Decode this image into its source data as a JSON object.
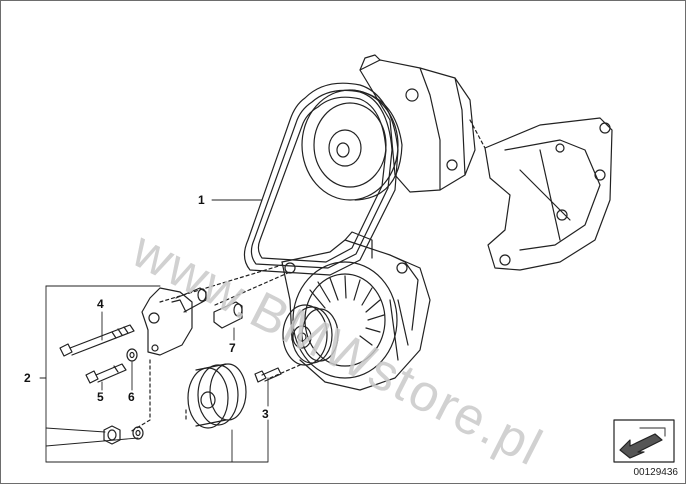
{
  "watermark": "www.BMWstore.pl",
  "diagram_id": "00129436",
  "callouts": {
    "c1": "1",
    "c2": "2",
    "c3": "3",
    "c4": "4",
    "c5": "5",
    "c6": "6",
    "c7": "7"
  },
  "colors": {
    "line": "#222222",
    "watermark": "#c9c9c9"
  },
  "icons": [
    "nav-arrow-icon"
  ]
}
